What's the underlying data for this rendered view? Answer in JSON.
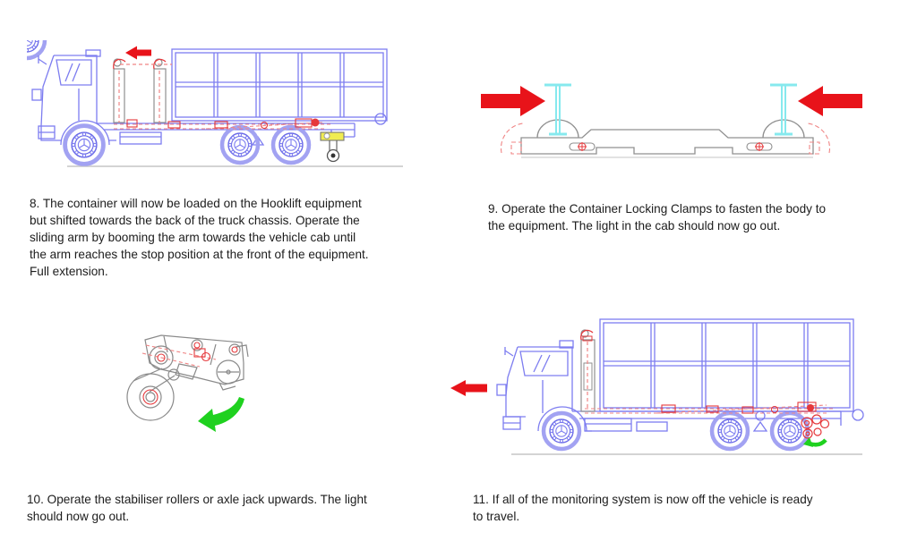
{
  "page": {
    "background": "#ffffff"
  },
  "colors": {
    "truck_line_blue": "#7d7df0",
    "tire_blue": "#a2a2f2",
    "overlay_red_dashed": "#f08585",
    "overlay_red_solid": "#e5383b",
    "arrow_red": "#e8131a",
    "clamp_cyan": "#86e9ee",
    "drawing_gray": "#8f8f8f",
    "green_arrow": "#1fd11f",
    "jack_yellow": "#f0ec50",
    "text": "#1c1c1c"
  },
  "steps": [
    {
      "number": "8",
      "text": "8. The container will now be loaded on the Hooklift equipment\nbut shifted towards the back of the truck chassis.  Operate the\nsliding arm by booming the arm towards the vehicle cab until\nthe arm reaches the stop position at the front of the equipment.\nFull extension.",
      "figure": {
        "icon": "truck-container-sliding-arm-figure",
        "arrow_icons": [
          "red-arrow-left-icon"
        ]
      }
    },
    {
      "number": "9",
      "text": "9. Operate the Container Locking Clamps to fasten the body to\nthe equipment.  The light in the cab should now go out.",
      "figure": {
        "icon": "container-locking-clamps-figure",
        "arrow_icons": [
          "red-arrow-right-icon",
          "red-arrow-left-icon"
        ]
      }
    },
    {
      "number": "10",
      "text": "10. Operate the stabiliser rollers or axle jack upwards.  The light\nshould now go out.",
      "figure": {
        "icon": "stabiliser-roller-mechanism-figure",
        "arrow_icons": [
          "green-rotate-arrow-icon"
        ]
      }
    },
    {
      "number": "11",
      "text": "11. If all of the monitoring system is now off the vehicle is ready\nto travel.",
      "figure": {
        "icon": "truck-ready-to-travel-figure",
        "arrow_icons": [
          "red-arrow-left-icon",
          "green-check-arrow-icon"
        ]
      }
    }
  ]
}
